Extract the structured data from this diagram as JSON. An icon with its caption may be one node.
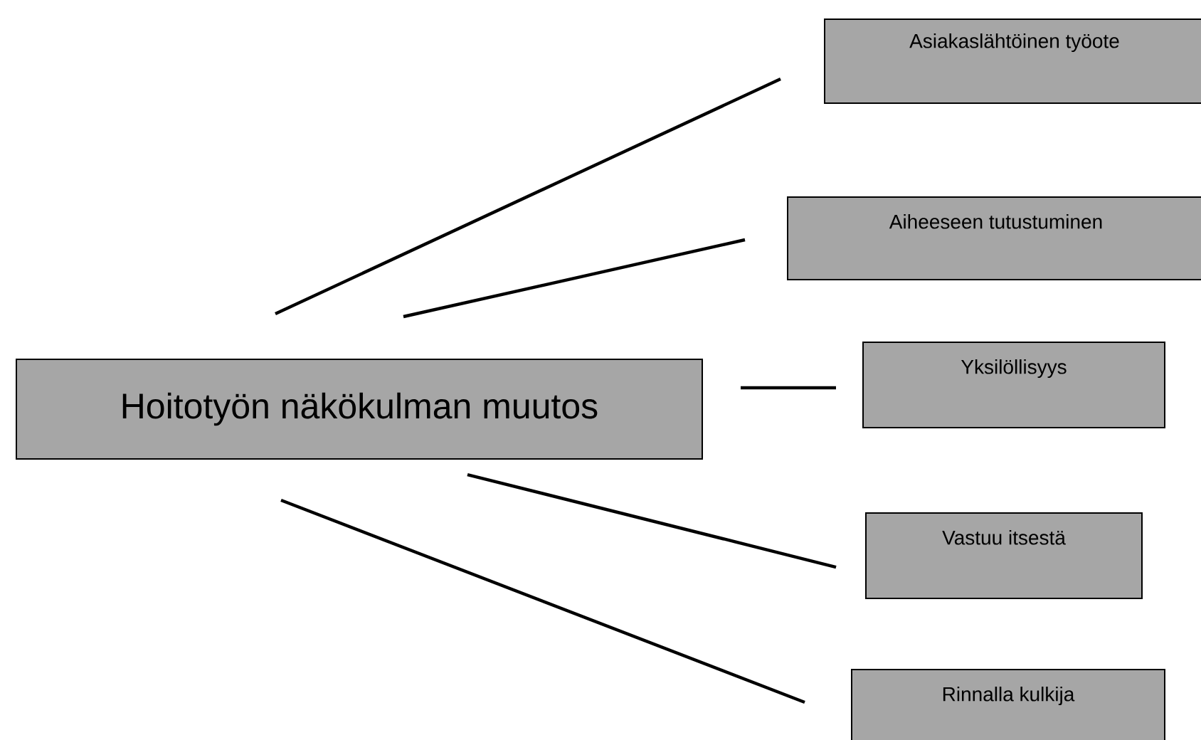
{
  "diagram": {
    "nodes": [
      {
        "text": [
          "Hoitotyön näkökulman muutos"
        ]
      },
      {
        "text": [
          "Asiakaslähtöinen työote"
        ]
      },
      {
        "text": [
          "Aiheeseen tutustuminen"
        ]
      },
      {
        "text": [
          "Yksilöllisyys"
        ]
      },
      {
        "text": [
          "Vastuu itsestä"
        ]
      },
      {
        "text": [
          "Rinnalla kulkija"
        ]
      }
    ],
    "edges": [
      {
        "from": 0,
        "to": 1,
        "arrow": "none"
      },
      {
        "from": 0,
        "to": 2,
        "arrow": "none"
      },
      {
        "from": 0,
        "to": 3,
        "arrow": "none"
      },
      {
        "from": 0,
        "to": 4,
        "arrow": "none"
      },
      {
        "from": 0,
        "to": 5,
        "arrow": "none"
      }
    ]
  }
}
